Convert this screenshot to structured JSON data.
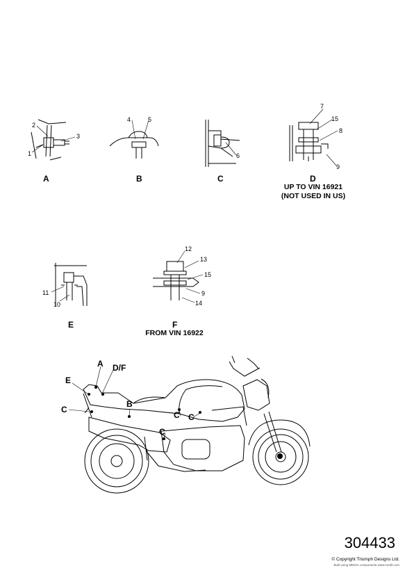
{
  "details": [
    {
      "id": "A",
      "callouts": [
        "1",
        "2",
        "3"
      ]
    },
    {
      "id": "B",
      "callouts": [
        "4",
        "5"
      ]
    },
    {
      "id": "C",
      "callouts": [
        "6"
      ]
    },
    {
      "id": "D",
      "callouts": [
        "7",
        "15",
        "8",
        "9"
      ],
      "note_line1": "UP TO VIN 16921",
      "note_line2": "(NOT USED IN US)"
    },
    {
      "id": "E",
      "callouts": [
        "11",
        "10"
      ]
    },
    {
      "id": "F",
      "callouts": [
        "12",
        "13",
        "15",
        "9",
        "14"
      ],
      "note_line1": "FROM VIN 16922"
    }
  ],
  "bike_labels": {
    "a": "A",
    "df": "D/F",
    "e": "E",
    "b": "B",
    "c1": "C",
    "c2": "C",
    "c3": "C",
    "c4": "C"
  },
  "reference_number": "304433",
  "copyright": "© Copyright Triumph Designs Ltd.",
  "copyright_sub": "Built using MEDIA components  www.medit.com"
}
